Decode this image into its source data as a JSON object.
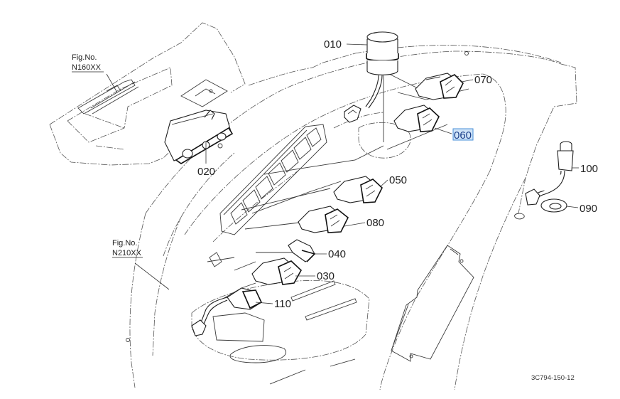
{
  "diagram": {
    "drawing_code": "3C794-150-12",
    "selected_callout": "060",
    "figure_refs": [
      {
        "id": "fig-n160",
        "label": "Fig.No.",
        "number": "N160XX"
      },
      {
        "id": "fig-n210",
        "label": "Fig.No.",
        "number": "N210XX"
      }
    ],
    "callouts": [
      {
        "id": "010",
        "label": "010",
        "part": "buzzer-unit"
      },
      {
        "id": "020",
        "label": "020",
        "part": "control-panel-switch"
      },
      {
        "id": "030",
        "label": "030",
        "part": "rocker-switch"
      },
      {
        "id": "040",
        "label": "040",
        "part": "blank-cap"
      },
      {
        "id": "050",
        "label": "050",
        "part": "rocker-switch"
      },
      {
        "id": "060",
        "label": "060",
        "part": "rocker-switch"
      },
      {
        "id": "070",
        "label": "070",
        "part": "rocker-switch"
      },
      {
        "id": "080",
        "label": "080",
        "part": "rocker-switch"
      },
      {
        "id": "090",
        "label": "090",
        "part": "grommet"
      },
      {
        "id": "100",
        "label": "100",
        "part": "socket-with-harness"
      },
      {
        "id": "110",
        "label": "110",
        "part": "push-switch-with-harness"
      }
    ]
  }
}
